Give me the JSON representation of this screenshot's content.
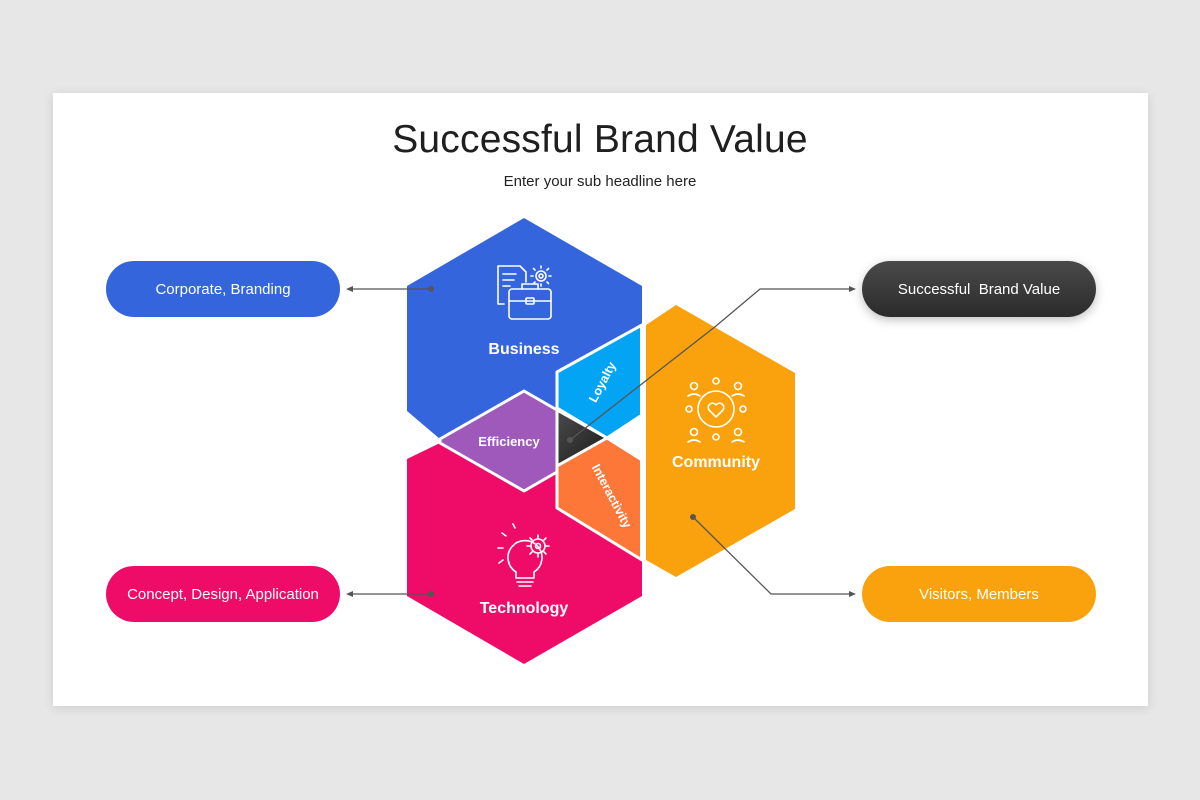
{
  "title": "Successful Brand Value",
  "subtitle": "Enter your sub headline here",
  "colors": {
    "business": "#3565dc",
    "community": "#f9a20d",
    "technology": "#ef0c69",
    "loyalty": "#04a4f5",
    "efficiency": "#9e59bb",
    "interactivity": "#fd7738",
    "center": "#2b2b2b"
  },
  "hexagons": {
    "business": {
      "label": "Business",
      "icon": "briefcase-document-gear-icon"
    },
    "community": {
      "label": "Community",
      "icon": "people-circle-heart-icon"
    },
    "technology": {
      "label": "Technology",
      "icon": "lightbulb-gear-icon"
    }
  },
  "overlaps": {
    "loyalty": "Loyalty",
    "efficiency": "Efficiency",
    "interactivity": "Interactivity"
  },
  "callouts": {
    "top_left": "Corporate, Branding",
    "bottom_left": "Concept, Design, Application",
    "top_right": "Successful  Brand Value",
    "bottom_right": "Visitors, Members"
  }
}
